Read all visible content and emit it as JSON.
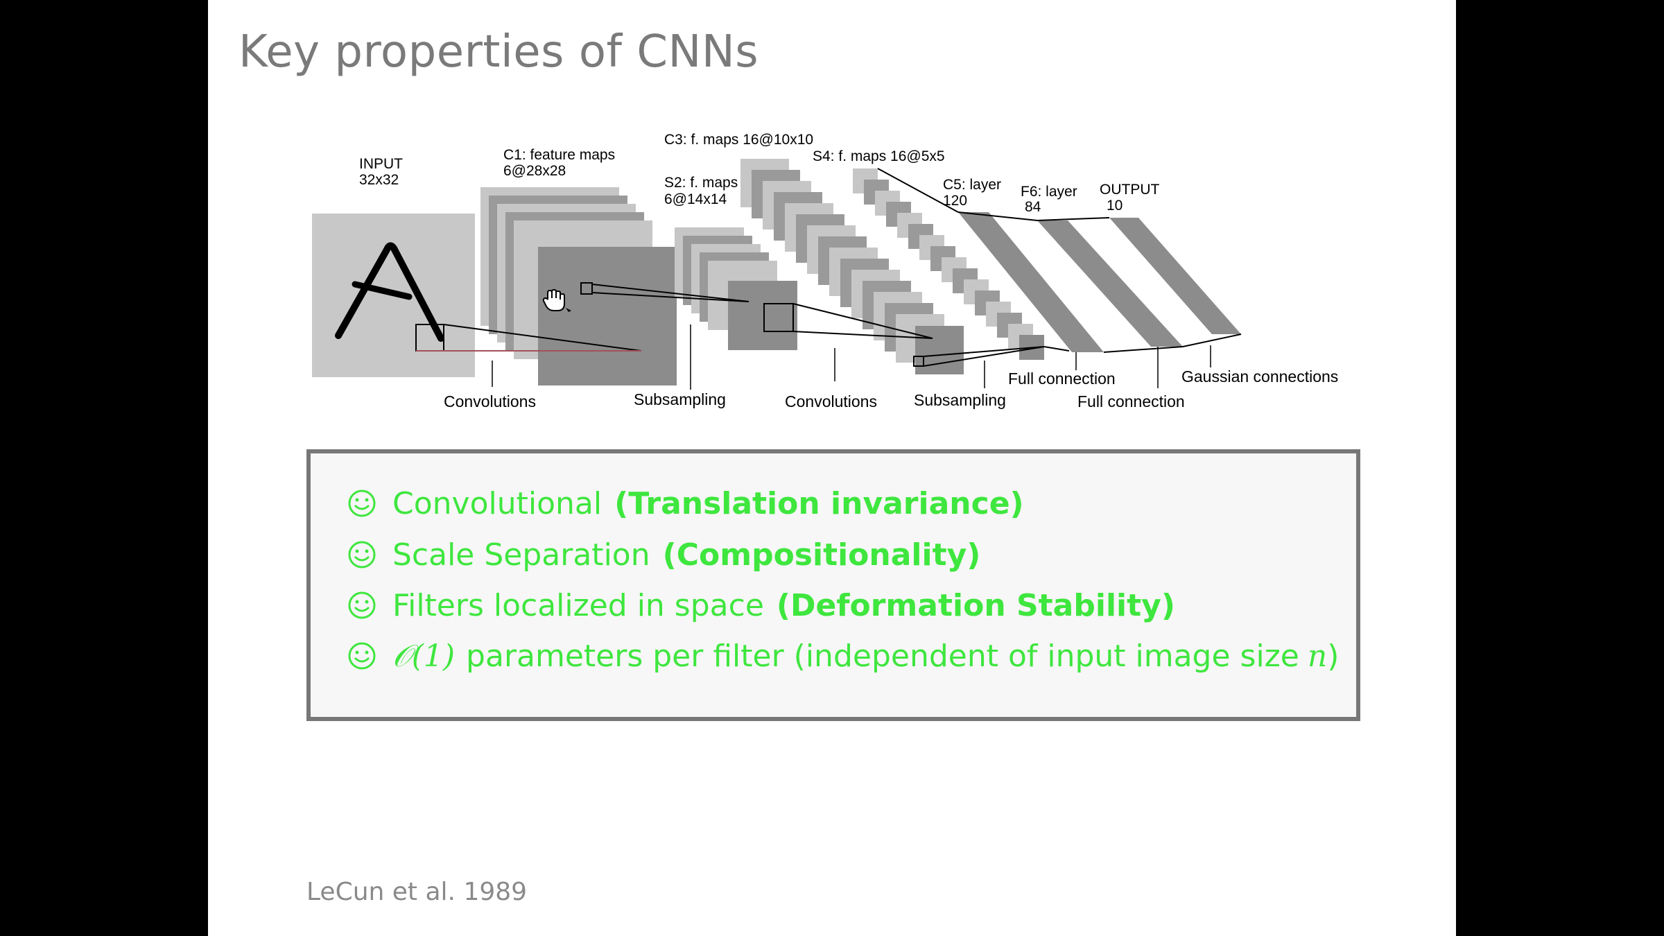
{
  "slide": {
    "title": "Key properties of CNNs",
    "citation": "LeCun et al. 1989"
  },
  "diagram": {
    "labels": {
      "input": [
        "INPUT",
        "32x32"
      ],
      "c1": [
        "C1: feature maps",
        "6@28x28"
      ],
      "s2": [
        "S2: f. maps",
        "6@14x14"
      ],
      "c3": "C3: f. maps 16@10x10",
      "s4": "S4: f. maps 16@5x5",
      "c5": [
        "C5: layer",
        "120"
      ],
      "f6": [
        "F6: layer",
        "84"
      ],
      "output": [
        "OUTPUT",
        "10"
      ]
    },
    "operations": {
      "conv1": "Convolutions",
      "sub1": "Subsampling",
      "conv2": "Convolutions",
      "sub2": "Subsampling",
      "full1": "Full connection",
      "full2": "Full connection",
      "gauss": "Gaussian connections"
    }
  },
  "properties": [
    {
      "icon": "smiley-icon",
      "text": "Convolutional",
      "bold": "(Translation invariance)"
    },
    {
      "icon": "smiley-icon",
      "text": "Scale Separation",
      "bold": "(Compositionality)"
    },
    {
      "icon": "smiley-icon",
      "text": "Filters localized in space",
      "bold": "(Deformation Stability)"
    },
    {
      "icon": "smiley-icon",
      "math": "𝒪(1)",
      "text": "parameters per filter (independent of input image size",
      "math_tail": "n",
      "tail": ")"
    }
  ],
  "colors": {
    "accent_green": "#3ee63e",
    "title_gray": "#7a7a7a",
    "box_border": "#777777"
  }
}
